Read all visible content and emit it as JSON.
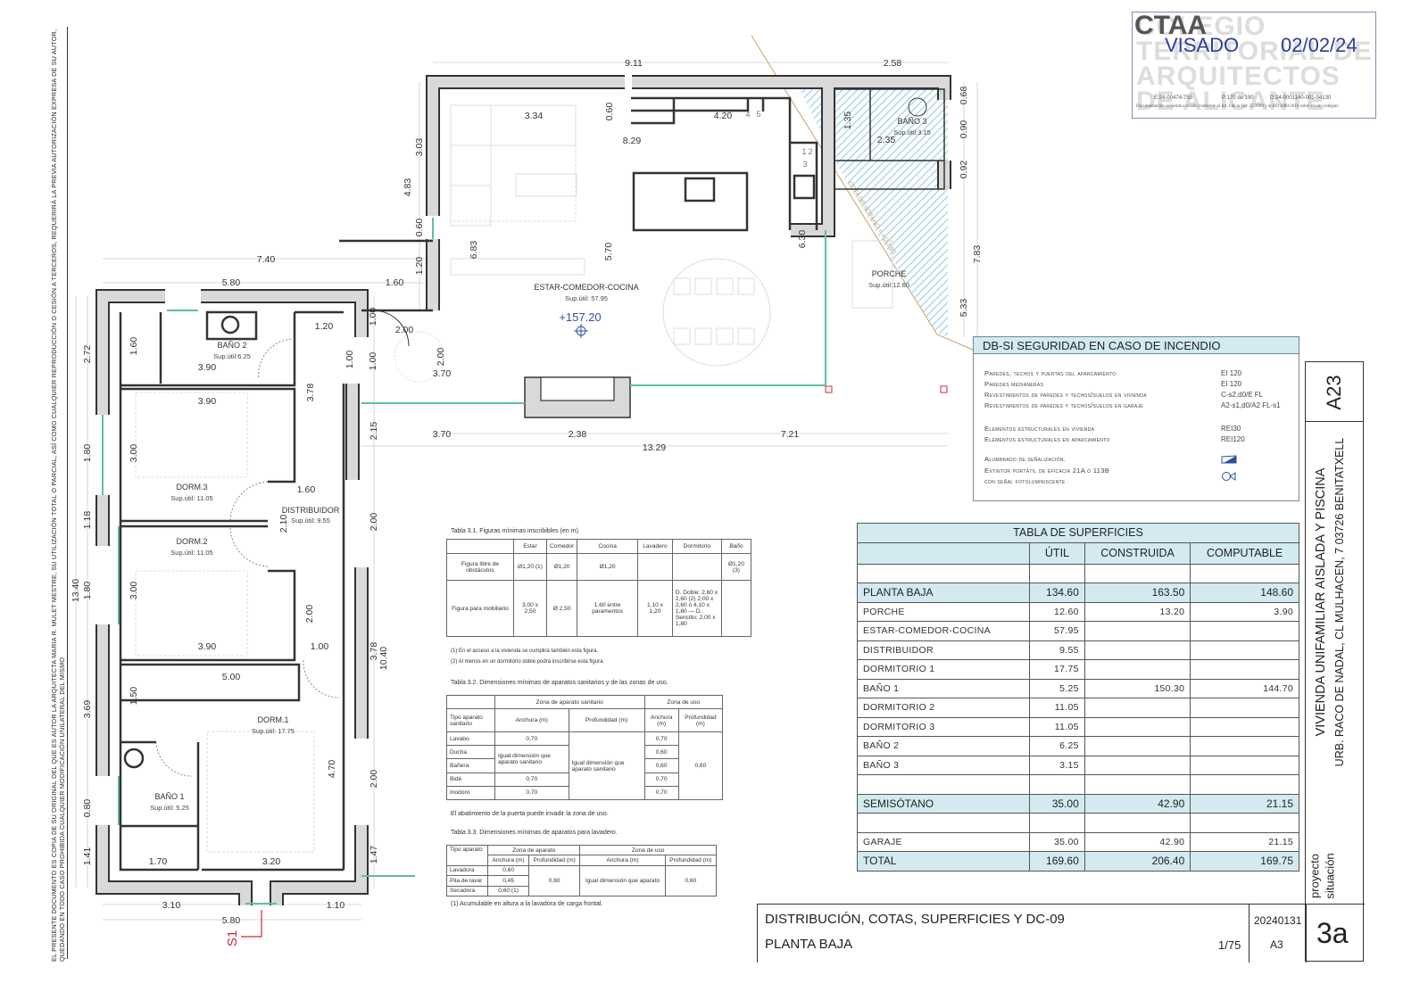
{
  "side_note": "EL PRESENTE DOCUMENTO ES COPIA DE SU ORIGINAL DEL QUE ES AUTOR LA ARQUITECTA MARIA R. MULET MESTRE, SU UTILIZACIÓN TOTAL O PARCIAL, ASÍ COMO CUALQUIER REPRODUCCIÓN O CESIÓN A TERCEROS, REQUERIRÁ LA PREVIA AUTORIZACIÓN EXPRESA DE SU AUTOR, QUEDANDO EN TODO CASO PROHIBIDA CUALQUIER MODIFICACIÓN UNILATERAL DEL MISMO",
  "stamp": {
    "logo": "CTAA",
    "watermark": "COLEGIO TERRITORIAL DE ARQUITECTOS DE ALICANTE",
    "label": "VISADO",
    "date": "02/02/24",
    "e_code": "E:24-00474-750",
    "page": "P:170 de 190",
    "d_code": "D:24-0001140-001-04130",
    "note": "Documentación sometida a visado conforme al Art.1 de la Ley 25/2009 y al RD 1000/2010 sobre visado colegial."
  },
  "plan": {
    "dimensions": [
      "9.11",
      "2.58",
      "3.34",
      "0.60",
      "4.20",
      "8.29",
      "3.03",
      "4.83",
      "0.60",
      "6.83",
      "5.70",
      "6.30",
      "1.20",
      "7.40",
      "5.80",
      "1.60",
      "1.35",
      "2.35",
      "0.68",
      "0.90",
      "0.92",
      "7.83",
      "5.33",
      "2.72",
      "1.60",
      "1.20",
      "1.00",
      "2.00",
      "3.90",
      "1.00",
      "1.00",
      "2.00",
      "3.70",
      "3.78",
      "3.90",
      "2.15",
      "3.70",
      "2.38",
      "7.21",
      "13.29",
      "1.80",
      "3.00",
      "1.60",
      "2.10",
      "1.18",
      "2.00",
      "13.40",
      "1.80",
      "3.00",
      "2.00",
      "3.90",
      "1.00",
      "3.78",
      "10.40",
      "5.00",
      "3.69",
      "1.50",
      "4.70",
      "2.00",
      "0.80",
      "1.41",
      "1.70",
      "3.20",
      "1.47",
      "3.10",
      "1.10",
      "5.80"
    ],
    "rooms": [
      {
        "name": "BAÑO 2",
        "area": "Sup.útil:6.25"
      },
      {
        "name": "DORM.3",
        "area": "Sup.útil: 11.05"
      },
      {
        "name": "DISTRIBUIDOR",
        "area": "Sup.útil: 9.55"
      },
      {
        "name": "DORM.2",
        "area": "Sup.útil: 11.05"
      },
      {
        "name": "DORM.1",
        "area": "Sup.útil: 17.75"
      },
      {
        "name": "BAÑO 1",
        "area": "Sup.útil: 5.25"
      },
      {
        "name": "ESTAR-COMEDOR-COCINA",
        "area": "Sup.útil: 57.95"
      },
      {
        "name": "PORCHE",
        "area": "Sup.útil:12.60"
      },
      {
        "name": "BAÑO 3",
        "area": "Sup.útil:3.15"
      }
    ],
    "level": "+157.20",
    "basement_level_note": "COTA DE SÓTANO = +153.50",
    "section_mark": "S1",
    "kitchen_modules": [
      "1",
      "2",
      "3",
      "4",
      "5"
    ],
    "colors": {
      "window": "#5fbf9f",
      "hatch": "#9fd3e3",
      "level": "#3a4fa0",
      "section": "#d0283c",
      "boundary": "#c8a070"
    }
  },
  "table31": {
    "title": "Tabla 3.1. Figuras mínimas inscribibles (en m).",
    "headers": [
      "",
      "Estar",
      "Comedor",
      "Cocina",
      "Lavadero",
      "Dormitorio",
      "Baño"
    ],
    "rows": [
      [
        "Figura libre de obstáculos",
        "Ø1,20 (1)",
        "Ø1,20",
        "Ø1,20",
        "",
        "",
        "Ø1,20 (3)"
      ],
      [
        "Figura para mobiliario",
        "3,00 x 2,50",
        "Ø 2,50",
        "1.60 entre paramentos",
        "1,10 x 1,20",
        "D. Doble: 2,60 x 2,60 (2) 2,00 x 2,60 ó 4,10 x 1,80 — D. Sencillo: 2,00 x 1,80",
        ""
      ]
    ],
    "notes": [
      "(1) En el acceso a la vivienda se cumplirá también esta figura.",
      "(2) Al menos en un dormitorio doble podrá inscribirse esta figura."
    ]
  },
  "table32": {
    "title": "Tabla 3.2. Dimensiones mínimas de aparatos sanitarios y de las zonas de uso.",
    "group_headers": [
      "Zona de aparato sanitario",
      "Zona de uso"
    ],
    "headers": [
      "Tipo aparato sanitario",
      "Anchura (m)",
      "Profundidad (m)",
      "Anchura (m)",
      "Profundidad (m)"
    ],
    "rows": [
      {
        "tipo": "Lavabo",
        "anchura": "0,70",
        "uso_anchura": "0,70"
      },
      {
        "tipo": "Ducha",
        "uso_anchura": "0,60"
      },
      {
        "tipo": "Bañera",
        "uso_anchura": "0,60"
      },
      {
        "tipo": "Bidé",
        "anchura": "0,70",
        "uso_anchura": "0,70"
      },
      {
        "tipo": "Inodoro",
        "anchura": "0,70",
        "uso_anchura": "0,70"
      }
    ],
    "merged_anchura": "Igual dimensión que aparato sanitario",
    "merged_profundidad": "Igual dimensión que aparato sanitario",
    "merged_uso_profundidad": "0,60",
    "note": "El abatimiento de la puerta puede invadir la zona de uso."
  },
  "table33": {
    "title": "Tabla 3.3. Dimensiones mínimas de aparatos para lavadero.",
    "group_headers": [
      "Zona de aparato",
      "Zona de uso"
    ],
    "headers": [
      "Tipo aparato",
      "Anchura (m)",
      "Profundidad (m)",
      "Anchura (m)",
      "Profundidad (m)"
    ],
    "rows": [
      {
        "tipo": "Lavadora",
        "anchura": "0,60"
      },
      {
        "tipo": "Pila de lavar",
        "anchura": "0,45"
      },
      {
        "tipo": "Secadora",
        "anchura": "0,60 (1)"
      }
    ],
    "merged_profundidad": "0,60",
    "merged_uso_anchura": "Igual dimensión que aparato",
    "merged_uso_profundidad": "0,60",
    "note": "(1) Acumulable en altura a la lavadora de carga frontal."
  },
  "dbsi": {
    "title": "DB-SI   SEGURIDAD EN CASO DE INCENDIO",
    "items": [
      {
        "label": "Paredes, techos y puertas del aparcamiento",
        "value": "EI 120"
      },
      {
        "label": "Paredes medianeras",
        "value": "EI 120"
      },
      {
        "label": "Revestimientos de paredes y techos/suelos en vivienda",
        "value": "C-s2,d0/E FL"
      },
      {
        "label": "Revestimientos de paredes y techos/suelos en garaje",
        "value": "A2-s1,d0/A2 FL-s1"
      },
      {
        "label": "Elementos estructurales en vivienda",
        "value": "REI30"
      },
      {
        "label": "Elementos estructurales en aparcamiento",
        "value": "REI120"
      },
      {
        "label": "Alumbrado de señalización.",
        "icon": "emergency-light-icon"
      },
      {
        "label": "Extintor portátil de eficacia 21A ó 113B",
        "icon": "extinguisher-icon"
      },
      {
        "label": "con señal fotoluminiscente"
      }
    ]
  },
  "superficies": {
    "title": "TABLA DE SUPERFICIES",
    "headers": [
      "",
      "ÚTIL",
      "CONSTRUIDA",
      "COMPUTABLE"
    ],
    "rows": [
      {
        "type": "blank",
        "cells": [
          "",
          "",
          "",
          ""
        ]
      },
      {
        "type": "group",
        "cells": [
          "PLANTA  BAJA",
          "134.60",
          "163.50",
          "148.60"
        ]
      },
      {
        "type": "item",
        "cells": [
          "PORCHE",
          "12.60",
          "13.20",
          "3.90"
        ]
      },
      {
        "type": "item",
        "cells": [
          "ESTAR-COMEDOR-COCINA",
          "57.95",
          "",
          ""
        ]
      },
      {
        "type": "item",
        "cells": [
          "DISTRIBUIDOR",
          "9.55",
          "",
          ""
        ]
      },
      {
        "type": "item",
        "cells": [
          "DORMITORIO 1",
          "17.75",
          "",
          ""
        ]
      },
      {
        "type": "item",
        "cells": [
          "BAÑO 1",
          "5.25",
          "150.30",
          "144.70"
        ]
      },
      {
        "type": "item",
        "cells": [
          "DORMITORIO 2",
          "11.05",
          "",
          ""
        ]
      },
      {
        "type": "item",
        "cells": [
          "DORMITORIO 3",
          "11.05",
          "",
          ""
        ]
      },
      {
        "type": "item",
        "cells": [
          "BAÑO 2",
          "6.25",
          "",
          ""
        ]
      },
      {
        "type": "item",
        "cells": [
          "BAÑO 3",
          "3.15",
          "",
          ""
        ]
      },
      {
        "type": "blank",
        "cells": [
          "",
          "",
          "",
          ""
        ]
      },
      {
        "type": "group",
        "cells": [
          "SEMISÓTANO",
          "35.00",
          "42.90",
          "21.15"
        ]
      },
      {
        "type": "blank",
        "cells": [
          "",
          "",
          "",
          ""
        ]
      },
      {
        "type": "item",
        "cells": [
          "GARAJE",
          "35.00",
          "42.90",
          "21.15"
        ]
      },
      {
        "type": "group",
        "cells": [
          "TOTAL",
          "169.60",
          "206.40",
          "169.75"
        ]
      }
    ]
  },
  "title_block": {
    "drawing_title": "DISTRIBUCIÓN, COTAS, SUPERFICIES Y DC-09",
    "subtitle": "PLANTA BAJA",
    "scale": "1/75",
    "date": "20240131",
    "paper": "A3",
    "sheet": "3a",
    "project_code": "A23",
    "project": "VIVIENDA UNIFAMILIAR AISLADA Y PISCINA",
    "location": "URB. RACO DE NADAL, CL MULHACEN, 7  03726  BENITATXELL",
    "label_project": "proyecto",
    "label_location": "situación"
  }
}
